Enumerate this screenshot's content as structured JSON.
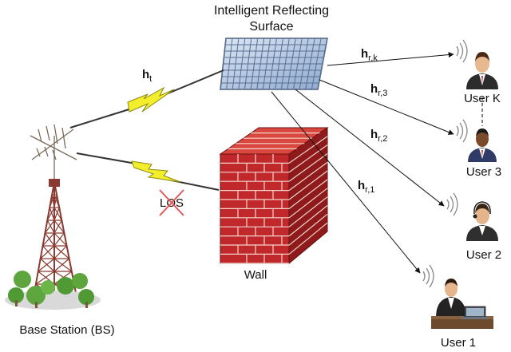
{
  "irs": {
    "label_line1": "Intelligent Reflecting",
    "label_line2": "Surface"
  },
  "links": {
    "ht": {
      "main": "h",
      "sub": "t"
    },
    "hrk": {
      "main": "h",
      "sub": "r,k"
    },
    "hr3": {
      "main": "h",
      "sub": "r,3"
    },
    "hr2": {
      "main": "h",
      "sub": "r,2"
    },
    "hr1": {
      "main": "h",
      "sub": "r,1"
    }
  },
  "los": {
    "label": "LOS"
  },
  "wall": {
    "label": "Wall"
  },
  "base_station": {
    "label": "Base Station (BS)"
  },
  "users": {
    "user_k": {
      "label": "User K"
    },
    "user_3": {
      "label": "User 3"
    },
    "user_2": {
      "label": "User 2"
    },
    "user_1": {
      "label": "User 1"
    }
  },
  "colors": {
    "irs_cell": "#a9c3e8",
    "irs_grid": "#5a6f8e",
    "brick_front": "#c0282b",
    "brick_top": "#d9473f",
    "brick_side": "#8f1a1b",
    "mortar": "#f1d4cc",
    "tower": "#8a3a30",
    "lightning": "#f3ee2c",
    "los_cross": "#e05a5a",
    "tree": "#5da53c"
  }
}
